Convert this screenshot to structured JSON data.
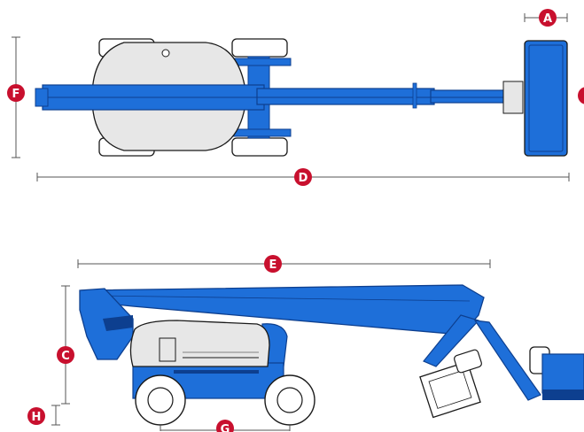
{
  "colors": {
    "boom_blue": "#1e6fd9",
    "boom_edge": "#0d3f8f",
    "badge_red": "#c8102e",
    "chassis_grey": "#e7e7e7",
    "tire_white": "#ffffff",
    "outline": "#1a1a1a",
    "dimension_line": "#555555"
  },
  "labels": {
    "A": "A",
    "C": "C",
    "D": "D",
    "E": "E",
    "F": "F",
    "G": "G",
    "H": "H"
  }
}
